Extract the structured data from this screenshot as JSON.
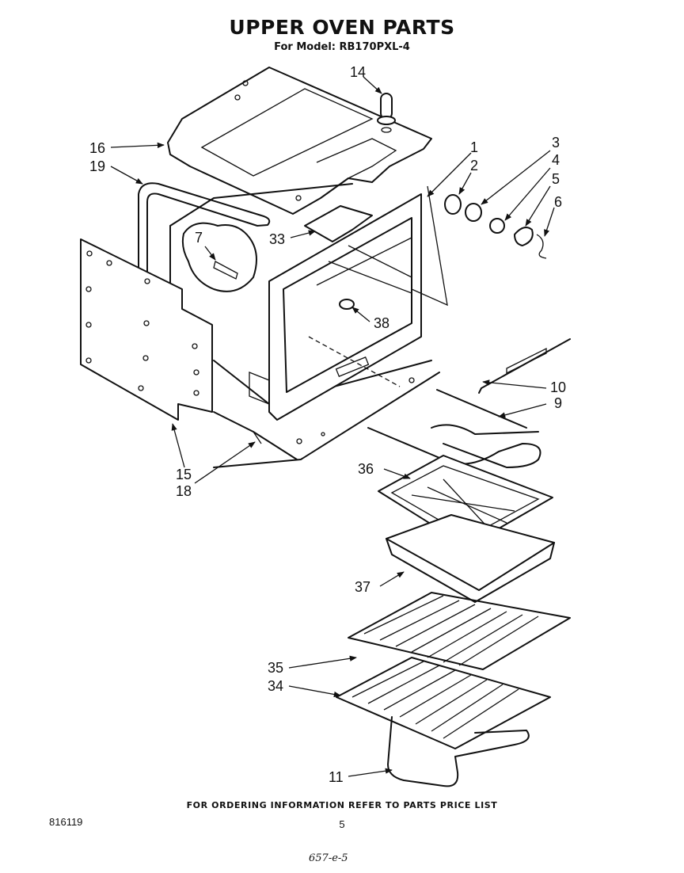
{
  "header": {
    "title": "UPPER OVEN PARTS",
    "subtitle": "For Model: RB170PXL-4"
  },
  "callouts": {
    "c1": "1",
    "c2": "2",
    "c3": "3",
    "c4": "4",
    "c5": "5",
    "c6": "6",
    "c7": "7",
    "c9": "9",
    "c10": "10",
    "c11": "11",
    "c14": "14",
    "c15": "15",
    "c16": "16",
    "c18": "18",
    "c19": "19",
    "c33": "33",
    "c34": "34",
    "c35": "35",
    "c36": "36",
    "c37": "37",
    "c38": "38"
  },
  "footer": {
    "note": "FOR ORDERING INFORMATION REFER TO PARTS PRICE LIST",
    "doc_number": "816119",
    "page_number": "5",
    "handwritten": "657-e-5"
  }
}
